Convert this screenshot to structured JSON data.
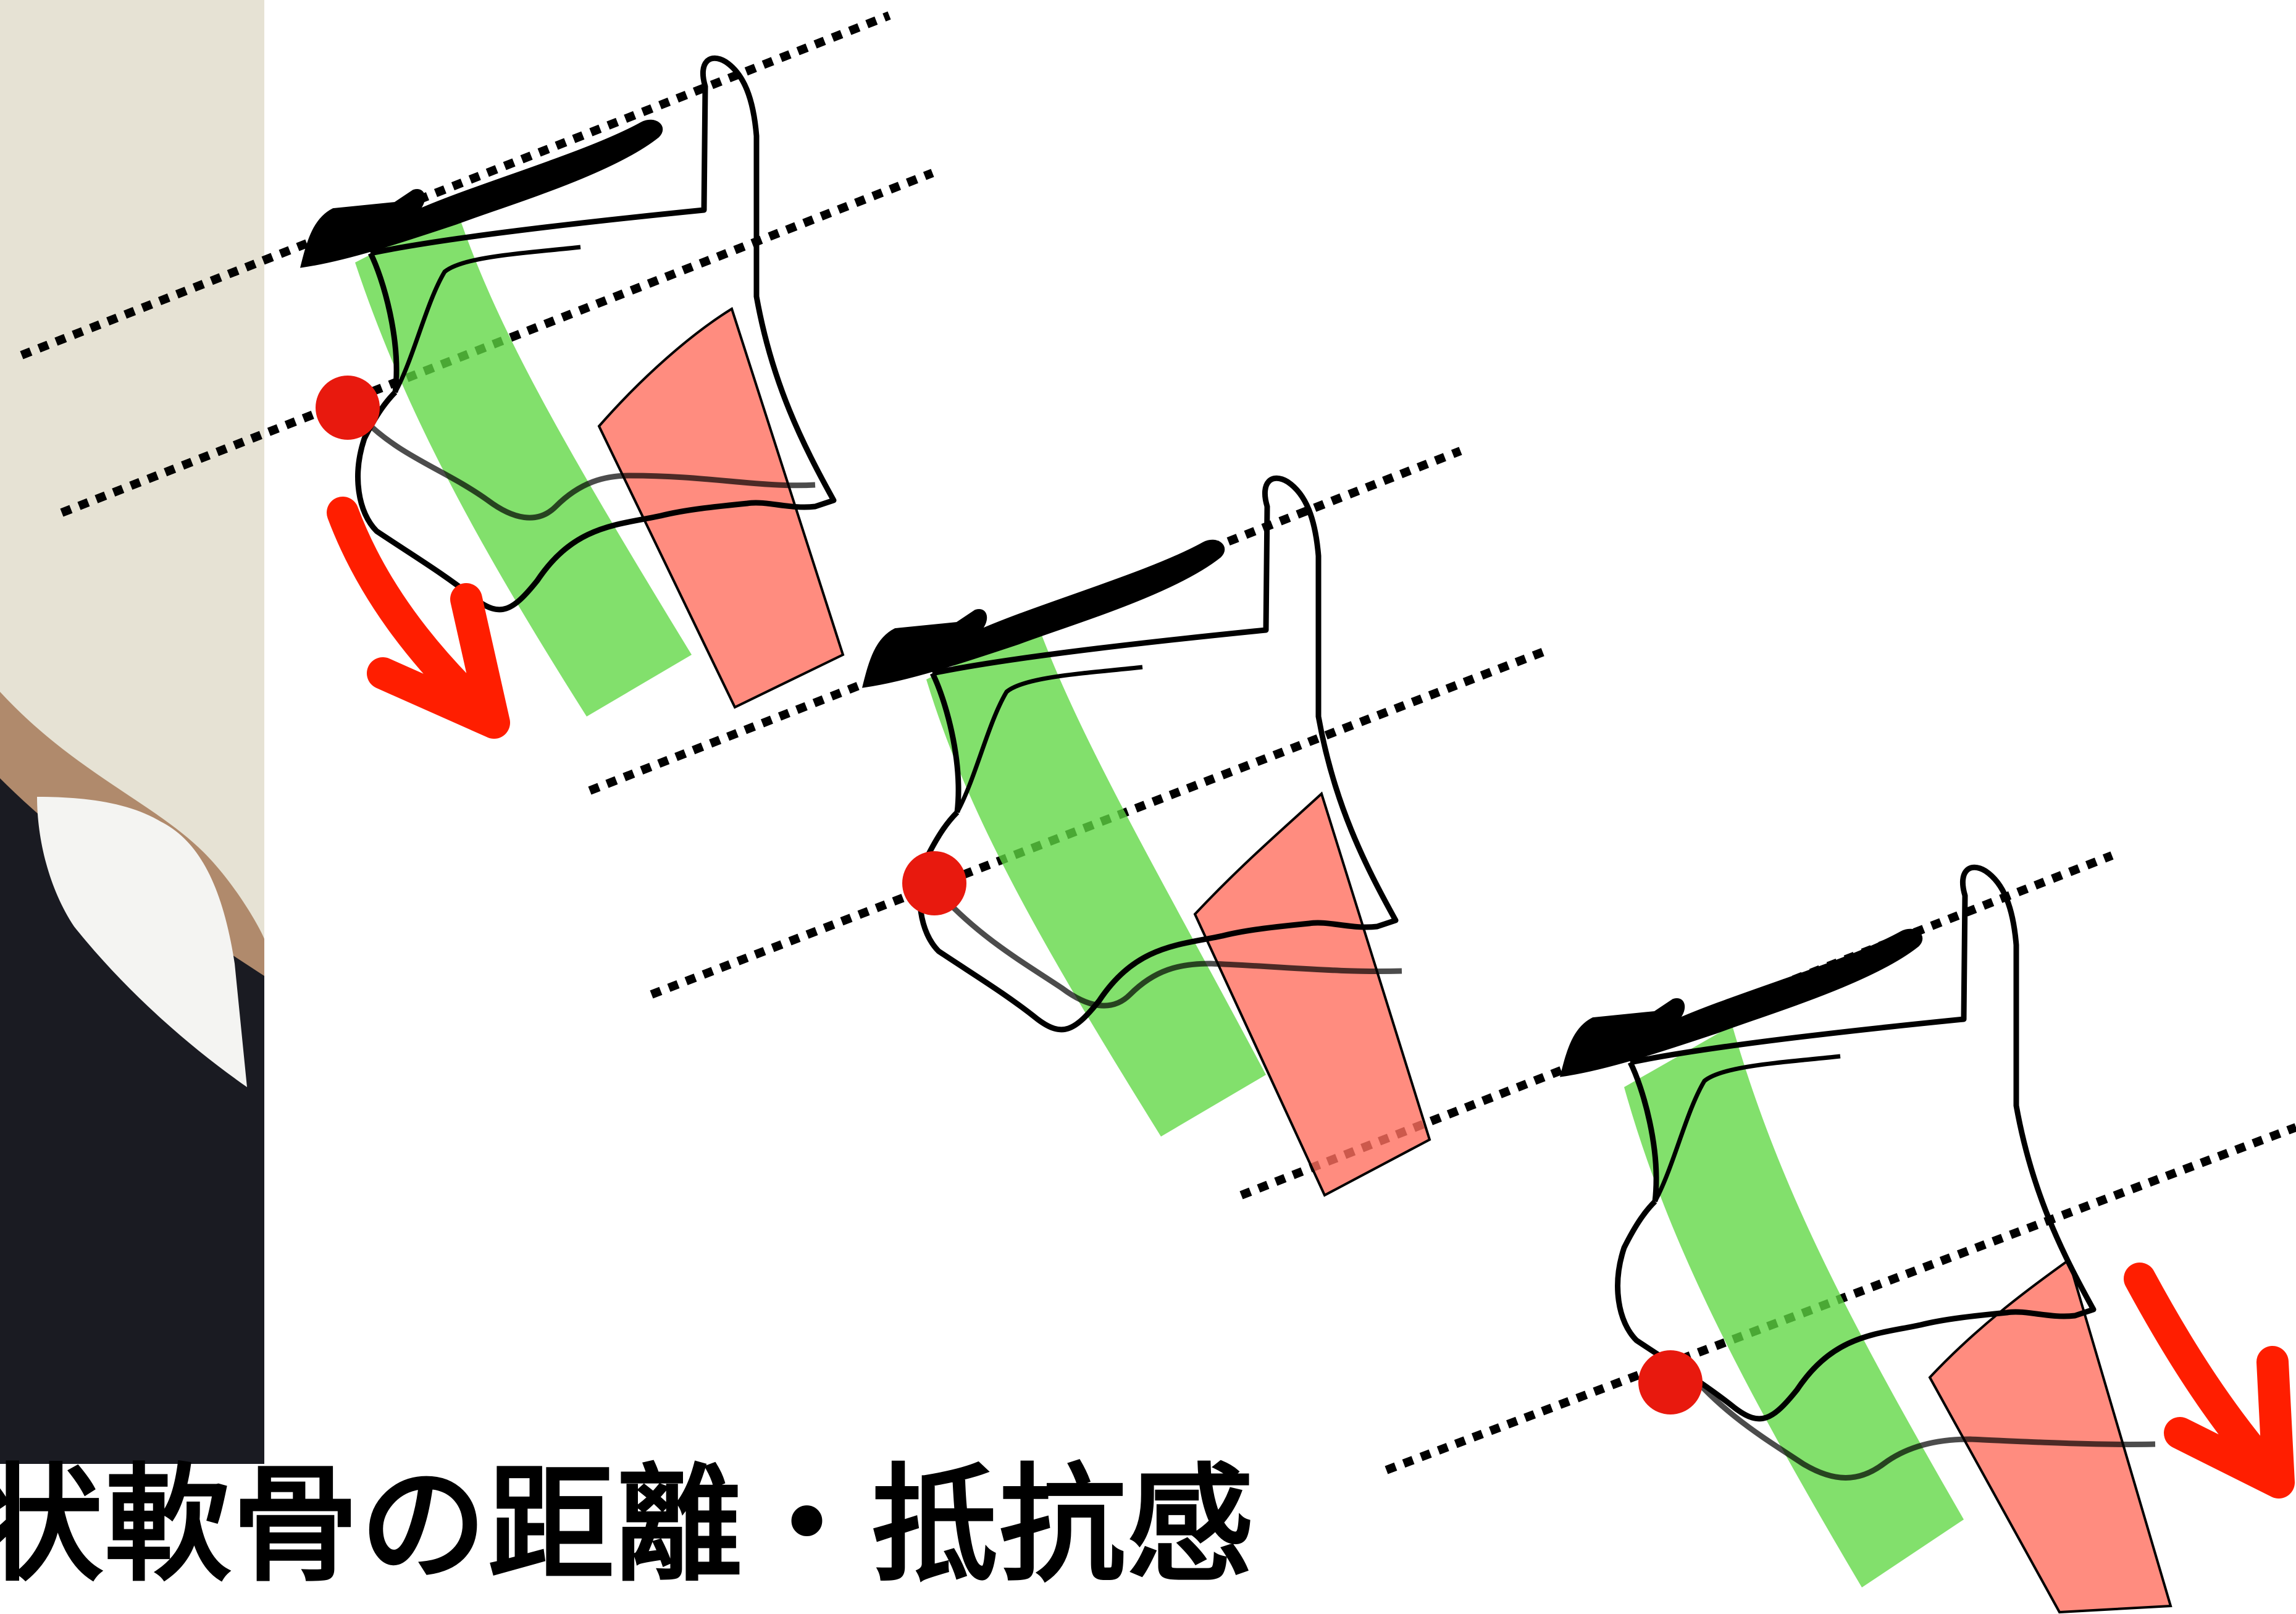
{
  "caption": "状軟骨の距離・抵抗感",
  "colors": {
    "background": "#ffffff",
    "outline": "#000000",
    "dotted_line": "#000000",
    "green_band": "#5fd743",
    "red_block": "#ff6f5f",
    "marker": "#e8190e",
    "arrow": "#ff1e00",
    "photo_wall": "#e6e2d4",
    "photo_skin": "#b08a6c",
    "photo_shirt": "#1a1b22"
  },
  "icons": [
    "cartilage-outline",
    "down-right-arrow-icon",
    "red-dot-marker"
  ]
}
